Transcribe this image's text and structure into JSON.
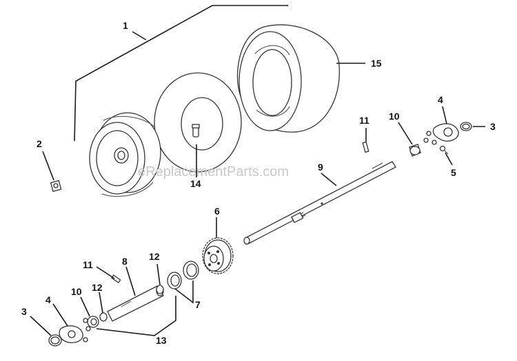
{
  "watermark": "eReplacementParts.com",
  "callouts": {
    "c1": "1",
    "c2": "2",
    "c3_right": "3",
    "c3_left": "3",
    "c4_right": "4",
    "c4_left": "4",
    "c5": "5",
    "c6": "6",
    "c7": "7",
    "c8": "8",
    "c9": "9",
    "c10_right": "10",
    "c10_left": "10",
    "c11_right": "11",
    "c11_left": "11",
    "c12_top": "12",
    "c12_left": "12",
    "c13": "13",
    "c14": "14",
    "c15": "15"
  }
}
